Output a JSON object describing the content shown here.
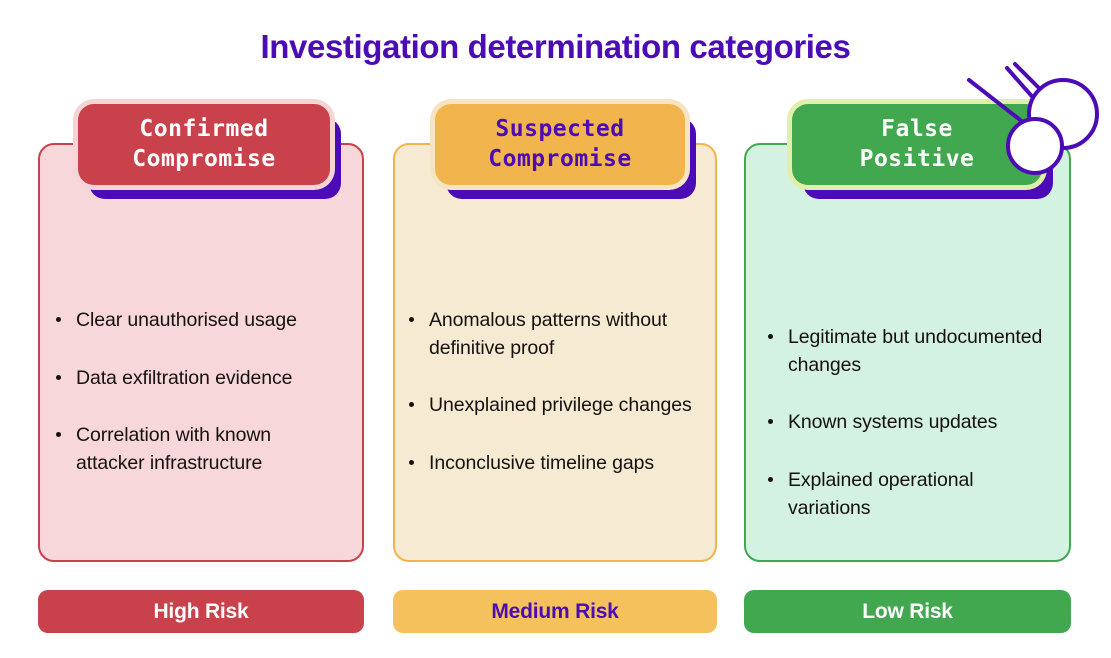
{
  "title": "Investigation determination categories",
  "title_color": "#4B0BB5",
  "shadow_color": "#4B0BB5",
  "columns": [
    {
      "header_label": "Confirmed\nCompromise",
      "header_bg": "#C9414A",
      "header_text_color": "#FFFFFF",
      "header_outline": "#F6D4D6",
      "body_bg": "#F8D7DA",
      "body_border": "#C9414A",
      "bullets": [
        "Clear unauthorised usage",
        "Data exfiltration evidence",
        "Correlation with known attacker infrastructure"
      ],
      "risk_label": "High Risk",
      "risk_bg": "#C9414A",
      "risk_text_color": "#FFFFFF"
    },
    {
      "header_label": "Suspected\nCompromise",
      "header_bg": "#F2B44D",
      "header_text_color": "#4B0BB5",
      "header_outline": "#F7E4C2",
      "body_bg": "#F7EAD2",
      "body_border": "#F2B44D",
      "bullets": [
        "Anomalous patterns without definitive proof",
        "Unexplained privilege changes",
        "Inconclusive timeline gaps"
      ],
      "risk_label": "Medium Risk",
      "risk_bg": "#F5C15C",
      "risk_text_color": "#4B0BB5"
    },
    {
      "header_label": "False\nPositive",
      "header_bg": "#41A850",
      "header_text_color": "#FFFFFF",
      "header_outline": "#DFF0AC",
      "body_bg": "#D4F2E2",
      "body_border": "#41A850",
      "bullets": [
        "Legitimate but undocumented changes",
        "Known systems updates",
        "Explained operational variations"
      ],
      "risk_label": "Low Risk",
      "risk_bg": "#41A850",
      "risk_text_color": "#FFFFFF"
    }
  ],
  "doodle": {
    "name": "sparkle-doodle",
    "stroke_color": "#4B0BB5",
    "fill_color": "#FFFFFF"
  }
}
